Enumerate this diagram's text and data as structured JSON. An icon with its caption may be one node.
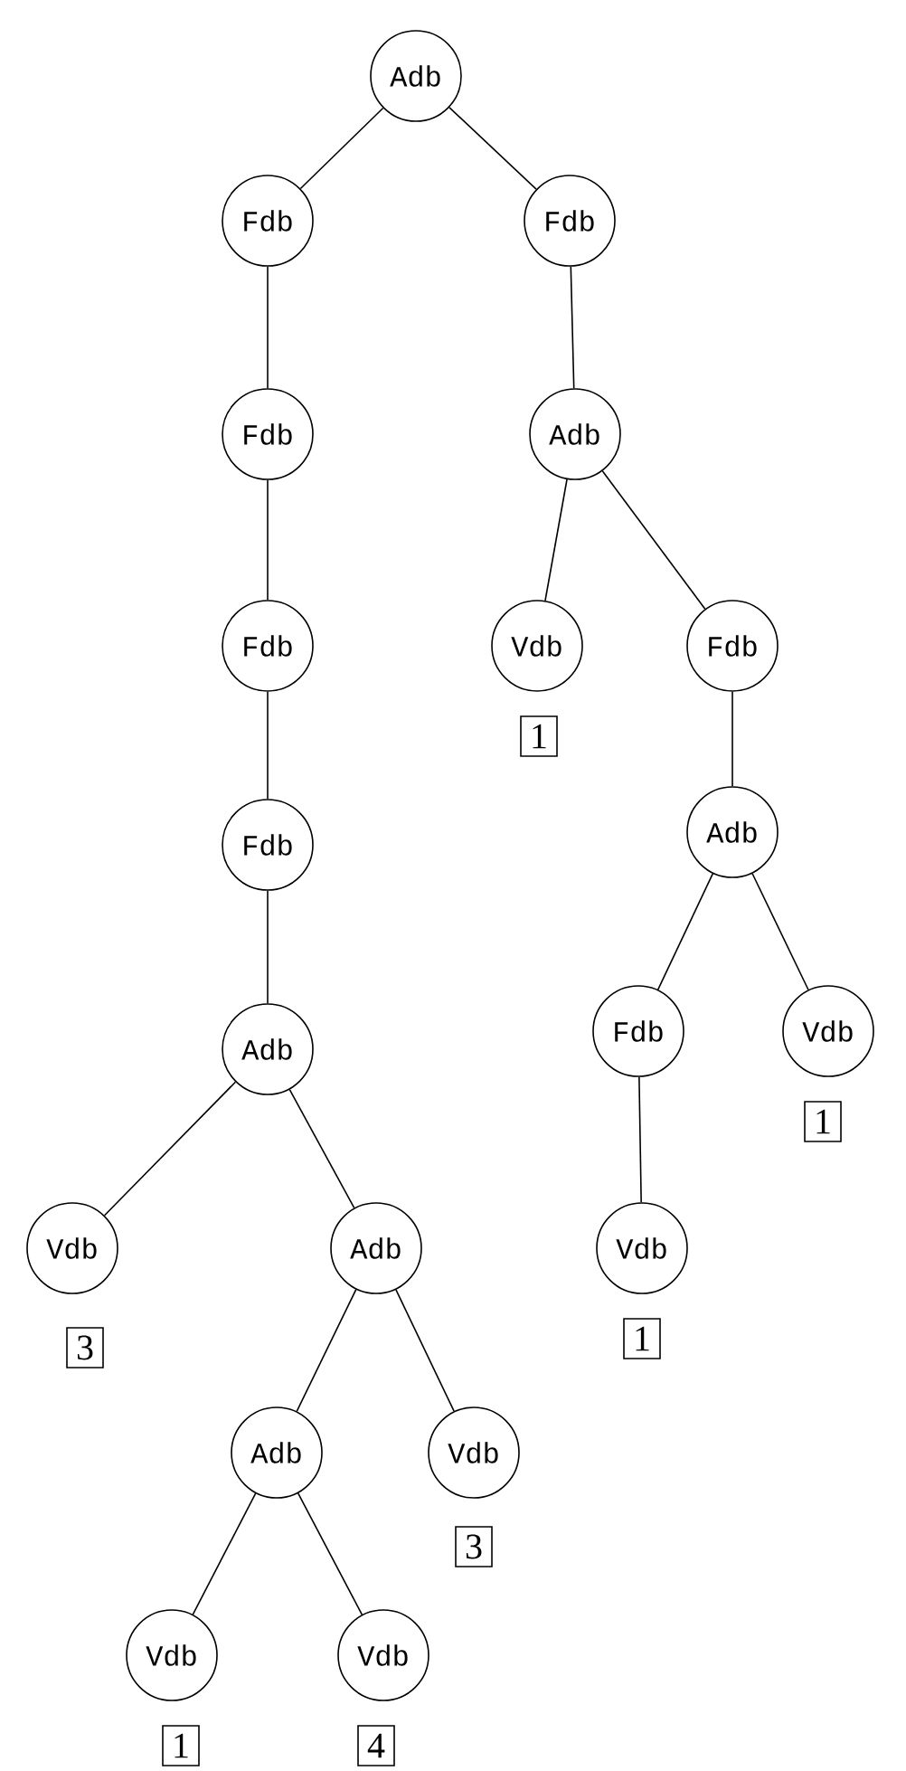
{
  "diagram": {
    "nodes": [
      {
        "text": [
          "Adb"
        ]
      },
      {
        "text": [
          "Fdb"
        ]
      },
      {
        "text": [
          "Fdb"
        ]
      },
      {
        "text": [
          "Fdb"
        ]
      },
      {
        "text": [
          "Fdb"
        ]
      },
      {
        "text": [
          "Fdb"
        ]
      },
      {
        "text": [
          "Adb"
        ]
      },
      {
        "text": [
          "Vdb"
        ]
      },
      {
        "text": [
          "Adb"
        ]
      },
      {
        "text": [
          "Adb"
        ]
      },
      {
        "text": [
          "Vdb"
        ]
      },
      {
        "text": [
          "Vdb"
        ]
      },
      {
        "text": [
          "Vdb"
        ]
      },
      {
        "text": [
          "Adb"
        ]
      },
      {
        "text": [
          "Vdb"
        ]
      },
      {
        "text": [
          "Fdb"
        ]
      },
      {
        "text": [
          "Adb"
        ]
      },
      {
        "text": [
          "Fdb"
        ]
      },
      {
        "text": [
          "Vdb"
        ]
      },
      {
        "text": [
          "Vdb"
        ]
      },
      {
        "text": [
          "1"
        ]
      },
      {
        "text": [
          "1"
        ]
      },
      {
        "text": [
          "3"
        ]
      },
      {
        "text": [
          "1"
        ]
      },
      {
        "text": [
          "3"
        ]
      },
      {
        "text": [
          "1"
        ]
      },
      {
        "text": [
          "4"
        ]
      }
    ],
    "edges": [
      {
        "from": 0,
        "to": 1,
        "arrow": "none"
      },
      {
        "from": 0,
        "to": 2,
        "arrow": "none"
      },
      {
        "from": 1,
        "to": 3,
        "arrow": "none"
      },
      {
        "from": 3,
        "to": 4,
        "arrow": "none"
      },
      {
        "from": 4,
        "to": 5,
        "arrow": "none"
      },
      {
        "from": 5,
        "to": 6,
        "arrow": "none"
      },
      {
        "from": 6,
        "to": 7,
        "arrow": "none"
      },
      {
        "from": 6,
        "to": 8,
        "arrow": "none"
      },
      {
        "from": 8,
        "to": 9,
        "arrow": "none"
      },
      {
        "from": 8,
        "to": 10,
        "arrow": "none"
      },
      {
        "from": 9,
        "to": 11,
        "arrow": "none"
      },
      {
        "from": 9,
        "to": 12,
        "arrow": "none"
      },
      {
        "from": 2,
        "to": 13,
        "arrow": "none"
      },
      {
        "from": 13,
        "to": 14,
        "arrow": "none"
      },
      {
        "from": 13,
        "to": 15,
        "arrow": "none"
      },
      {
        "from": 15,
        "to": 16,
        "arrow": "none"
      },
      {
        "from": 16,
        "to": 17,
        "arrow": "none"
      },
      {
        "from": 16,
        "to": 18,
        "arrow": "none"
      },
      {
        "from": 17,
        "to": 19,
        "arrow": "none"
      }
    ]
  }
}
